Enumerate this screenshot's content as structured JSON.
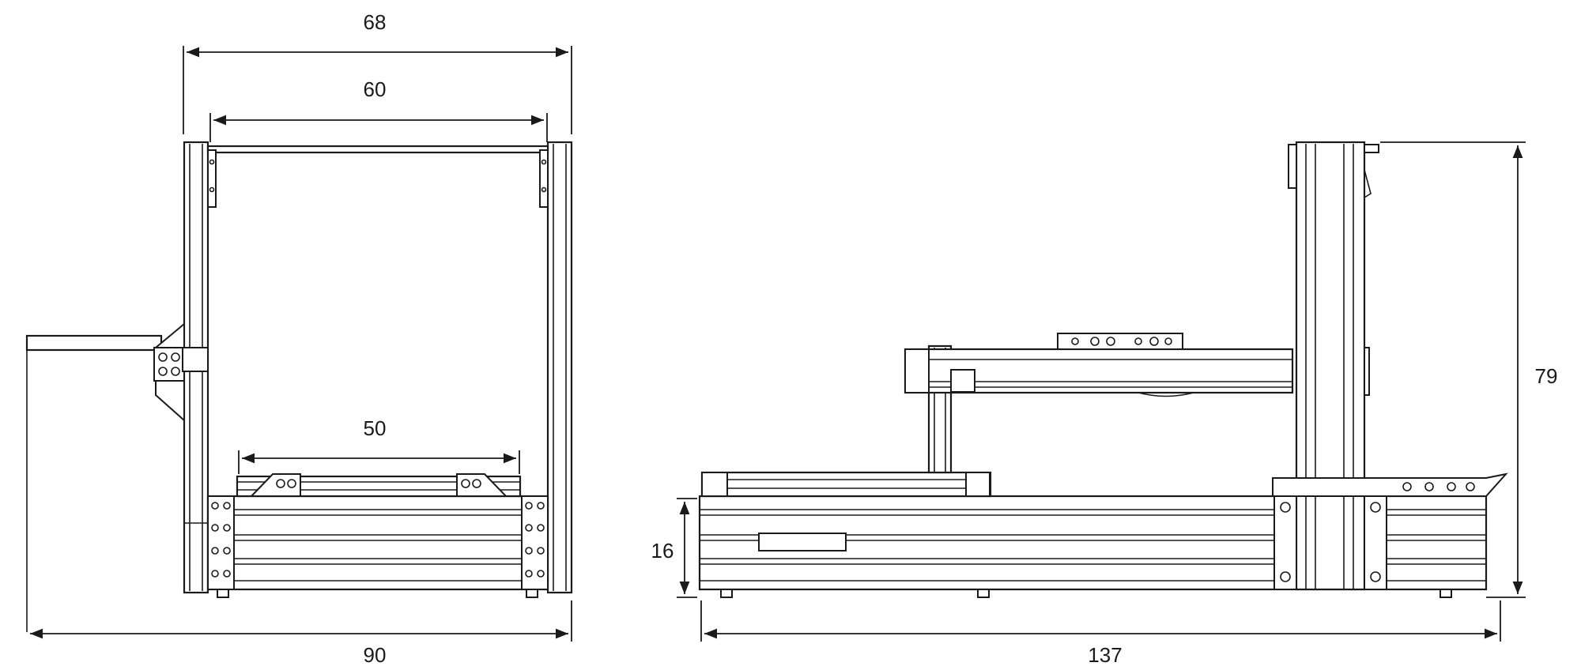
{
  "front_view": {
    "dims": {
      "outer_width": "68",
      "inner_width": "60",
      "base_width": "50",
      "total_width": "90"
    }
  },
  "side_view": {
    "dims": {
      "base_height": "16",
      "total_height": "79",
      "total_length": "137"
    }
  },
  "colors": {
    "line": "#1a1a1a",
    "background": "#ffffff"
  }
}
